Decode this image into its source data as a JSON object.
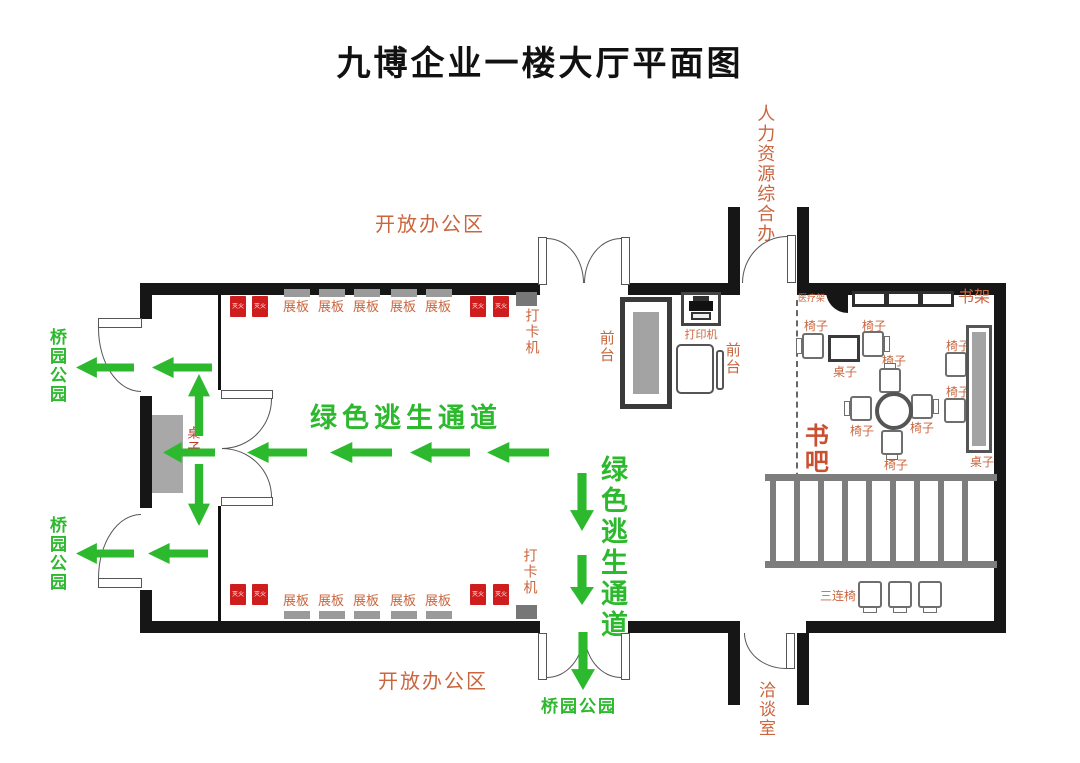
{
  "title": "九博企业一楼大厅平面图",
  "areas": {
    "open_office": "开放办公区",
    "hr_office": "人力资源综合办",
    "book_bar": "书吧",
    "meeting_room": "洽谈室",
    "park": "桥园公园"
  },
  "escape": {
    "route_label": "绿色逃生通道"
  },
  "labels": {
    "display_board": "展板",
    "chair": "椅子",
    "table": "桌子",
    "bookshelf": "书架",
    "front_desk": "前台",
    "triple_chair": "三连椅",
    "medical_rack": "医疗架",
    "punch_machine": "打卡机",
    "printer": "打印机",
    "extinguisher": "灭火"
  },
  "colors": {
    "escape_green": "#2db92d",
    "label_orange": "#c9663f",
    "wall": "#161616",
    "extinguisher_red": "#cf1d1d",
    "furniture_gray": "#9a9a9a"
  }
}
